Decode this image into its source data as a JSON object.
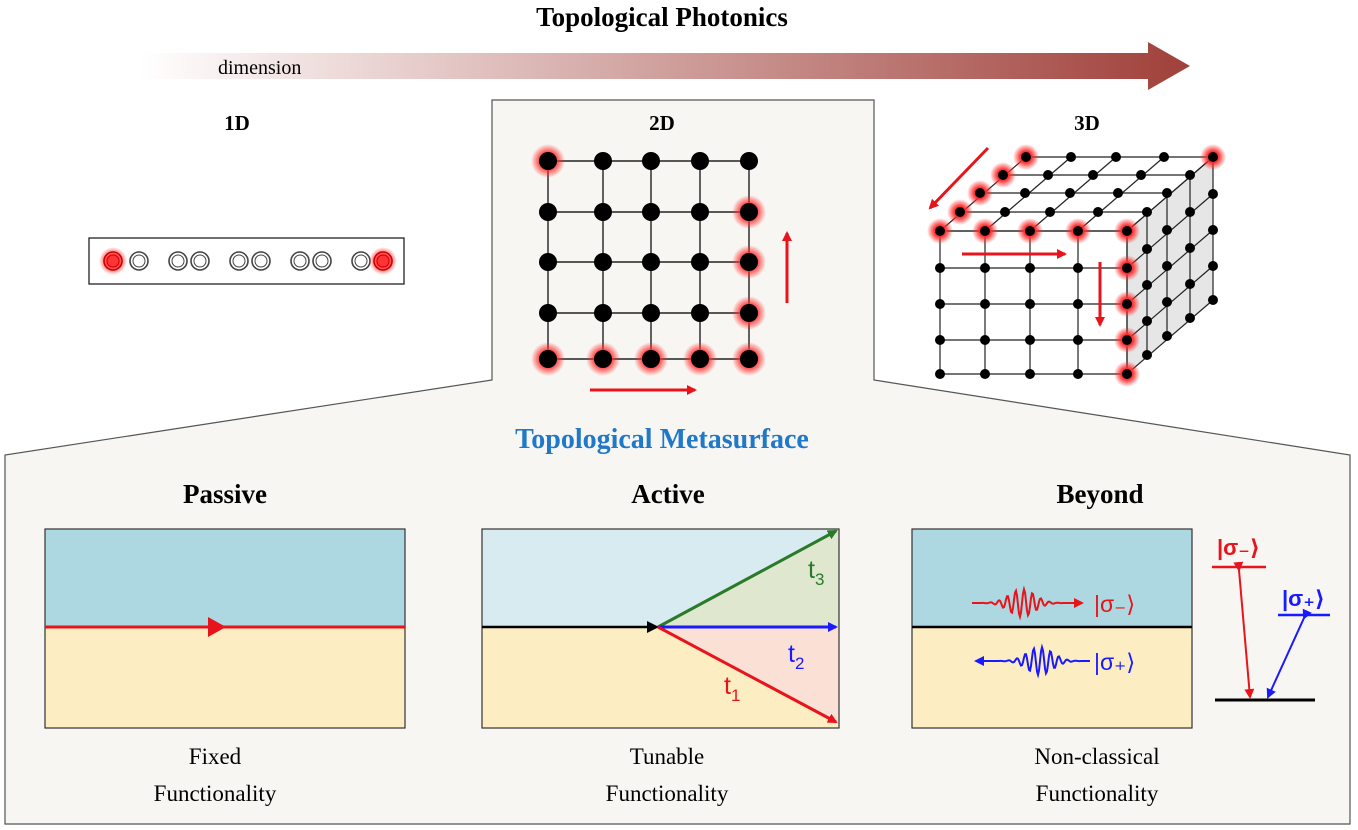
{
  "title": "Topological Photonics",
  "dimension_label": "dimension",
  "dims": {
    "d1": "1D",
    "d2": "2D",
    "d3": "3D"
  },
  "metasurface_title": "Topological Metasurface",
  "panels": {
    "passive": {
      "title": "Passive",
      "caption_line1": "Fixed",
      "caption_line2": "Functionality"
    },
    "active": {
      "title": "Active",
      "caption_line1": "Tunable",
      "caption_line2": "Functionality",
      "labels": {
        "t1": "t",
        "t1_sub": "1",
        "t2": "t",
        "t2_sub": "2",
        "t3": "t",
        "t3_sub": "3"
      }
    },
    "beyond": {
      "title": "Beyond",
      "caption_line1": "Non-classical",
      "caption_line2": "Functionality",
      "state_minus": "|σ₋⟩",
      "state_plus": "|σ₊⟩",
      "level_minus": "|σ₋⟩",
      "level_plus": "|σ₊⟩"
    }
  },
  "colors": {
    "arrow_gradient_end": "#a0403a",
    "glow": "#ff2a2a",
    "red": "#e8141c",
    "blue": "#1a1aff",
    "green": "#2a7a2a",
    "title_blue": "#1f78c8",
    "upper_medium": "#add8e1",
    "lower_medium": "#fcedc3",
    "box_bg": "#f8f6f2"
  }
}
